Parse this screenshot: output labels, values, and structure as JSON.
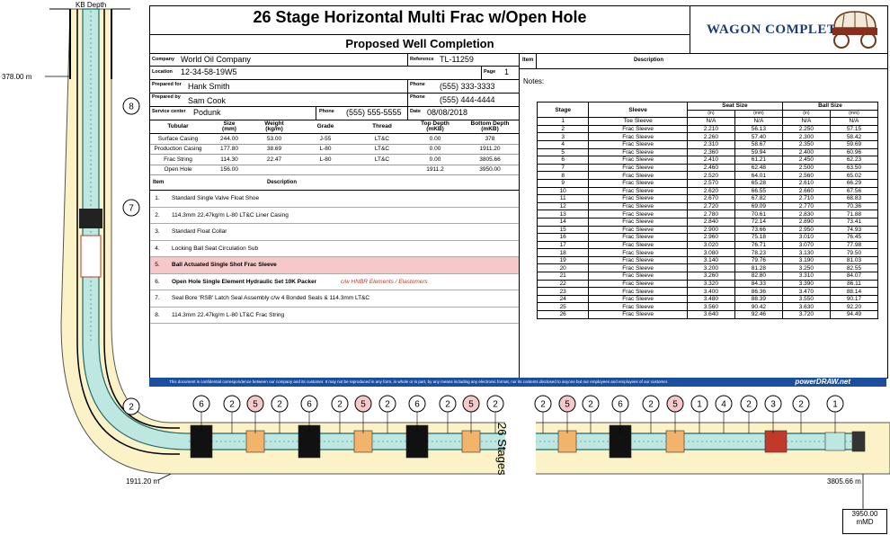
{
  "header": {
    "title": "26 Stage Horizontal Multi Frac w/Open Hole",
    "subtitle": "Proposed Well Completion",
    "logo_text": "WAGON COMPLETIONS"
  },
  "info": {
    "company_label": "Company",
    "company": "World Oil Company",
    "reference_label": "Reference",
    "reference": "TL-11259",
    "location_label": "Location",
    "location": "12-34-58-19W5",
    "page_label": "Page",
    "page": "1",
    "prepared_for_label": "Prepared for",
    "prepared_for": "Hank Smith",
    "phone_label": "Phone",
    "phone1": "(555) 333-3333",
    "prepared_by_label": "Prepared by",
    "prepared_by": "Sam Cook",
    "phone2": "(555) 444-4444",
    "service_center_label": "Service center",
    "service_center": "Podunk",
    "phone3": "(555) 555-5555",
    "date_label": "Date",
    "date": "08/08/2018"
  },
  "tubulars": {
    "headers": [
      "Tubular",
      "Size\n(mm)",
      "Weight\n(kg/m)",
      "Grade",
      "Thread",
      "Top Depth\n(mKB)",
      "Bottom Depth\n(mKB)"
    ],
    "rows": [
      [
        "Surface Casing",
        "244.00",
        "53.00",
        "J-55",
        "LT&C",
        "0.00",
        "378"
      ],
      [
        "Production Casing",
        "177.80",
        "38.69",
        "L-80",
        "LT&C",
        "0.00",
        "1911.20"
      ],
      [
        "Frac String",
        "114.30",
        "22.47",
        "L-80",
        "LT&C",
        "0.00",
        "3805.66"
      ],
      [
        "Open Hole",
        "156.00",
        "",
        "",
        "",
        "1911.2",
        "3950.00"
      ]
    ]
  },
  "items": {
    "header_item": "Item",
    "header_desc": "Description",
    "rows": [
      {
        "n": "1.",
        "d": "Standard Single Valve Float Shoe",
        "extra": ""
      },
      {
        "n": "2.",
        "d": "114.3mm 22.47kg/m L-80 LT&C Liner Casing",
        "extra": ""
      },
      {
        "n": "3.",
        "d": "Standard Float Collar",
        "extra": ""
      },
      {
        "n": "4.",
        "d": "Locking Ball Seat Circulation Sub",
        "extra": ""
      },
      {
        "n": "5.",
        "d": "Ball Actuated Single Shot Frac Sleeve",
        "extra": ""
      },
      {
        "n": "6.",
        "d": "Open Hole Single Element Hydraulic Set 10K Packer",
        "extra": "c/w HNBR Elements / Elastomers"
      },
      {
        "n": "7.",
        "d": "Seal Bore 'RSB' Latch Seal Assembly c/w 4 Bonded Seals & 114.3mm LT&C",
        "extra": ""
      },
      {
        "n": "8.",
        "d": "114.3mm 22.47kg/m L-80 LT&C Frac String",
        "extra": ""
      }
    ]
  },
  "right_panel": {
    "item_label": "Item",
    "desc_label": "Description",
    "notes_label": "Notes:"
  },
  "stage_table": {
    "h_stage": "Stage",
    "h_sleeve": "Sleeve",
    "h_seat": "Seat Size",
    "h_ball": "Ball Size",
    "u_in": "(in)",
    "u_mm": "(mm)",
    "rows": [
      [
        "1",
        "Toe Sleeve",
        "N/A",
        "N/A",
        "N/A",
        "N/A"
      ],
      [
        "2",
        "Frac Sleeve",
        "2.210",
        "56.13",
        "2.250",
        "57.15"
      ],
      [
        "3",
        "Frac Sleeve",
        "2.260",
        "57.40",
        "2.300",
        "58.42"
      ],
      [
        "4",
        "Frac Sleeve",
        "2.310",
        "58.67",
        "2.350",
        "59.69"
      ],
      [
        "5",
        "Frac Sleeve",
        "2.360",
        "59.94",
        "2.400",
        "60.96"
      ],
      [
        "6",
        "Frac Sleeve",
        "2.410",
        "61.21",
        "2.450",
        "62.23"
      ],
      [
        "7",
        "Frac Sleeve",
        "2.460",
        "62.48",
        "2.500",
        "63.50"
      ],
      [
        "8",
        "Frac Sleeve",
        "2.520",
        "64.01",
        "2.560",
        "65.02"
      ],
      [
        "9",
        "Frac Sleeve",
        "2.570",
        "65.28",
        "2.610",
        "66.29"
      ],
      [
        "10",
        "Frac Sleeve",
        "2.620",
        "66.55",
        "2.660",
        "67.56"
      ],
      [
        "11",
        "Frac Sleeve",
        "2.670",
        "67.82",
        "2.710",
        "68.83"
      ],
      [
        "12",
        "Frac Sleeve",
        "2.720",
        "69.09",
        "2.770",
        "70.36"
      ],
      [
        "13",
        "Frac Sleeve",
        "2.780",
        "70.61",
        "2.830",
        "71.88"
      ],
      [
        "14",
        "Frac Sleeve",
        "2.840",
        "72.14",
        "2.890",
        "73.41"
      ],
      [
        "15",
        "Frac Sleeve",
        "2.900",
        "73.66",
        "2.950",
        "74.93"
      ],
      [
        "16",
        "Frac Sleeve",
        "2.960",
        "75.18",
        "3.010",
        "76.45"
      ],
      [
        "17",
        "Frac Sleeve",
        "3.020",
        "76.71",
        "3.070",
        "77.98"
      ],
      [
        "18",
        "Frac Sleeve",
        "3.080",
        "78.23",
        "3.130",
        "79.50"
      ],
      [
        "19",
        "Frac Sleeve",
        "3.140",
        "79.76",
        "3.190",
        "81.03"
      ],
      [
        "20",
        "Frac Sleeve",
        "3.200",
        "81.28",
        "3.250",
        "82.55"
      ],
      [
        "21",
        "Frac Sleeve",
        "3.260",
        "82.80",
        "3.310",
        "84.07"
      ],
      [
        "22",
        "Frac Sleeve",
        "3.320",
        "84.33",
        "3.390",
        "86.11"
      ],
      [
        "23",
        "Frac Sleeve",
        "3.400",
        "86.36",
        "3.470",
        "88.14"
      ],
      [
        "24",
        "Frac Sleeve",
        "3.480",
        "88.39",
        "3.550",
        "90.17"
      ],
      [
        "25",
        "Frac Sleeve",
        "3.560",
        "90.42",
        "3.630",
        "92.20"
      ],
      [
        "26",
        "Frac Sleeve",
        "3.640",
        "92.46",
        "3.720",
        "94.49"
      ]
    ]
  },
  "footer": {
    "confidential": "This document is confidential correspondence between our company and its customer. It may not be reproduced in any form, in whole or in part, by any means including any electronic format, nor its contents disclosed to anyone but our employees and employees of our customer.",
    "brand": "powerDRAW.net"
  },
  "diagram": {
    "kb_depth_label": "KB Depth",
    "surface_depth": "378.00 m",
    "prod_depth": "1911.20 m",
    "frac_string_depth": "3805.66 m",
    "td_value": "3950.00",
    "td_unit": "mMD",
    "stages_label": "26 Stages",
    "bubbles_vertical": [
      "8",
      "7",
      "2"
    ],
    "bubbles_left_row": [
      "6",
      "2",
      "5",
      "2",
      "6",
      "2",
      "5",
      "2",
      "6",
      "2",
      "5",
      "2"
    ],
    "bubbles_right_row": [
      "2",
      "5",
      "2",
      "6",
      "2",
      "5",
      "1",
      "4",
      "2",
      "3",
      "2",
      "1"
    ],
    "colors": {
      "cement": "#fbf3c7",
      "pipe": "#bfe7e2",
      "pipe_edge": "#1c6b6b",
      "packer": "#111111",
      "sleeve": "#f2b36a",
      "highlight": "#f5c9c9",
      "footer": "#1b4f9e"
    }
  }
}
